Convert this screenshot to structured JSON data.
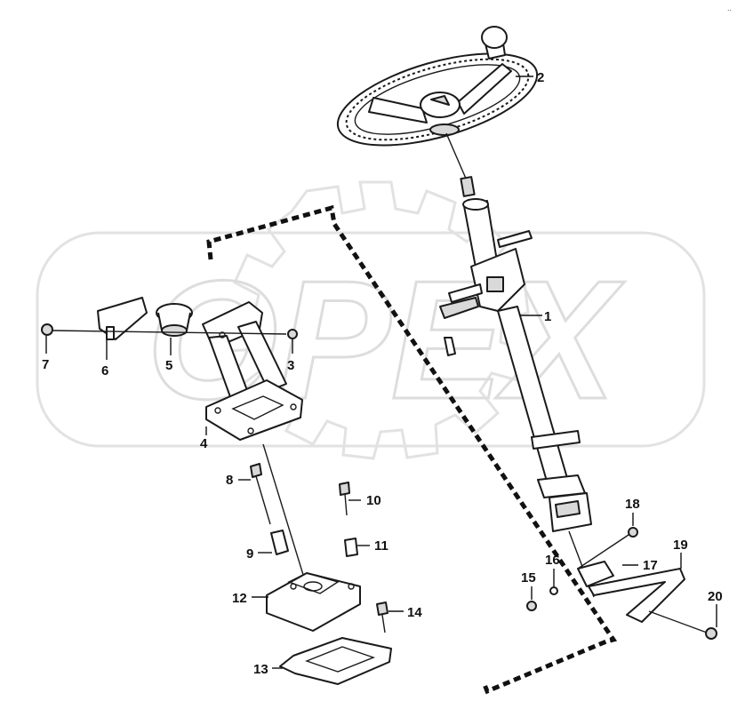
{
  "corner_mark": "..",
  "watermark_text": "OPEX",
  "callouts": [
    {
      "id": "1",
      "label": "1"
    },
    {
      "id": "2",
      "label": "2"
    },
    {
      "id": "3",
      "label": "3"
    },
    {
      "id": "4",
      "label": "4"
    },
    {
      "id": "5",
      "label": "5"
    },
    {
      "id": "6",
      "label": "6"
    },
    {
      "id": "7",
      "label": "7"
    },
    {
      "id": "8",
      "label": "8"
    },
    {
      "id": "9",
      "label": "9"
    },
    {
      "id": "10",
      "label": "10"
    },
    {
      "id": "11",
      "label": "11"
    },
    {
      "id": "12",
      "label": "12"
    },
    {
      "id": "13",
      "label": "13"
    },
    {
      "id": "14",
      "label": "14"
    },
    {
      "id": "15",
      "label": "15"
    },
    {
      "id": "16",
      "label": "16"
    },
    {
      "id": "17",
      "label": "17"
    },
    {
      "id": "18",
      "label": "18"
    },
    {
      "id": "19",
      "label": "19"
    },
    {
      "id": "20",
      "label": "20"
    }
  ]
}
